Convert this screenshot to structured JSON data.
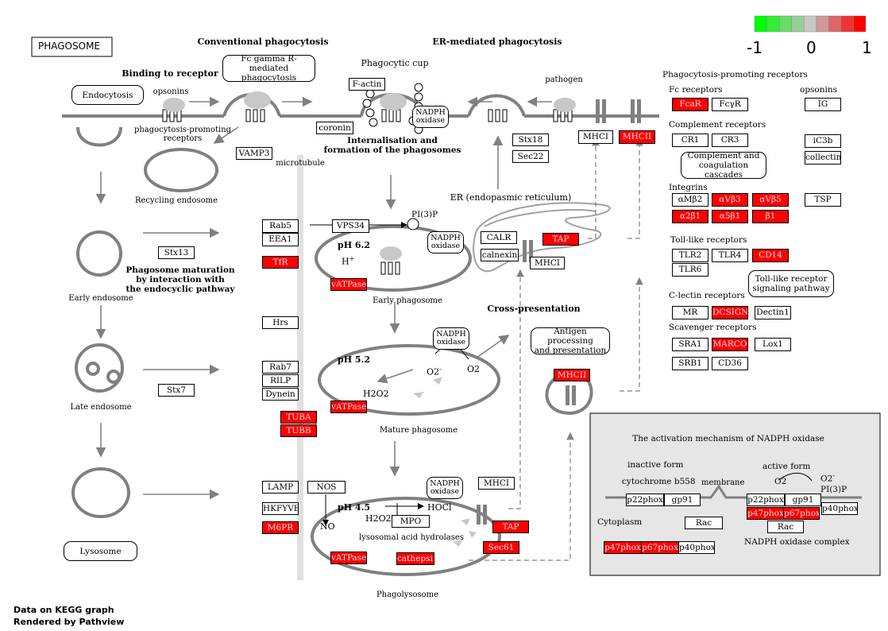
{
  "title": "PHAGOSOME",
  "legend": {
    "min": "-1",
    "mid": "0",
    "max": "1",
    "colors": [
      "#00ff00",
      "#33ee33",
      "#66dd66",
      "#99cc99",
      "#c8c8c8",
      "#cc9999",
      "#dd6666",
      "#ee3333",
      "#ff0000"
    ]
  },
  "footer": {
    "line1": "Data on KEGG graph",
    "line2": "Rendered by Pathview"
  },
  "colors": {
    "up": "#ff0000",
    "neutral": "#ffffff",
    "pathway": "#808080",
    "panel": "#e6e6e6"
  },
  "labels": {
    "conventional": "Conventional phagocytosis",
    "er_mediated": "ER-mediated phagocytosis",
    "binding": "Binding to receptor",
    "fc_gamma_1": "Fc gamma R-mediated",
    "fc_gamma_2": "phagocytosis",
    "phagocytic_cup": "Phagocytic cup",
    "pathogen": "pathogen",
    "opsonins": "opsonins",
    "ppr_1": "phagocytosis-promoting",
    "ppr_2": "receptors",
    "endocytosis": "Endocytosis",
    "recycling": "Recycling endosome",
    "microtubule": "microtubule",
    "internal_1": "Internalisation and",
    "internal_2": "formation of the phagosomes",
    "nadph_1": "NADPH",
    "nadph_2": "oxidase",
    "er": "ER (endopasmic reticulum)",
    "pi3p": "PI(3)P",
    "mat_1": "Phagosome maturation",
    "mat_2": "by interaction with",
    "mat_3": "the endocyclic pathway",
    "early_endosome": "Early endosome",
    "late_endosome": "Late endosome",
    "lysosome": "Lysosome",
    "ph62": "pH 6.2",
    "hplus": "H",
    "plus": "+",
    "early_phagosome": "Early phagosome",
    "ph52": "pH 5.2",
    "o2minus": "O2",
    "minus": "-",
    "o2": "O2",
    "h2o2": "H2O2",
    "mature_phagosome": "Mature phagosome",
    "cross": "Cross-presentation",
    "antigen_1": "Antigen processing",
    "antigen_2": "and presentation",
    "ph45": "pH 4.5",
    "no": "NO",
    "hocl": "HOCl",
    "hydrolases": "lysosomal acid hydrolases",
    "phagolysosome": "Phagolysosome",
    "ppr_title": "Phagocytosis-promoting receptors",
    "fc_receptors": "Fc receptors",
    "opsonins_r": "opsonins",
    "complement_receptors": "Complement receptors",
    "comp_casc_1": "Complement and",
    "comp_casc_2": "coagulation cascades",
    "integrins": "Integrins",
    "tlr": "Toll-like receptors",
    "tlr_path_1": "Toll-like receptor",
    "tlr_path_2": "signaling pathway",
    "clectin": "C-lectin receptors",
    "scavenger": "Scavenger receptors",
    "nox_title": "The activation mechanism of NADPH oxidase",
    "inactive": "inactive form",
    "cyt_b558": "cytochrome b558",
    "membrane": "membrane",
    "active": "active form",
    "o2_a": "O2",
    "o2_b": "O2",
    "cytoplasm": "Cytoplasm",
    "nox_complex": "NADPH oxidase complex",
    "pi3p_2": "PI(3)P"
  },
  "genes": [
    {
      "label": "F-actin",
      "up": false
    },
    {
      "label": "coronin",
      "up": false
    },
    {
      "label": "VAMP3",
      "up": false
    },
    {
      "label": "Stx18",
      "up": false
    },
    {
      "label": "Sec22",
      "up": false
    },
    {
      "label": "MHCI",
      "up": false
    },
    {
      "label": "MHCII",
      "up": true
    },
    {
      "label": "Rab5",
      "up": false
    },
    {
      "label": "EEA1",
      "up": false
    },
    {
      "label": "VPS34",
      "up": false
    },
    {
      "label": "TfR",
      "up": true
    },
    {
      "label": "Stx13",
      "up": false
    },
    {
      "label": "vATPase",
      "up": true
    },
    {
      "label": "CALR",
      "up": false
    },
    {
      "label": "TAP",
      "up": true
    },
    {
      "label": "calnexin",
      "up": false
    },
    {
      "label": "MHCI",
      "up": false
    },
    {
      "label": "Hrs",
      "up": false
    },
    {
      "label": "Rab7",
      "up": false
    },
    {
      "label": "RILP",
      "up": false
    },
    {
      "label": "Dynein",
      "up": false
    },
    {
      "label": "Stx7",
      "up": false
    },
    {
      "label": "TUBA",
      "up": true
    },
    {
      "label": "TUBB",
      "up": true
    },
    {
      "label": "vATPase",
      "up": true
    },
    {
      "label": "MHCII",
      "up": true
    },
    {
      "label": "LAMP",
      "up": false
    },
    {
      "label": "NOS",
      "up": false
    },
    {
      "label": "MHCI",
      "up": false
    },
    {
      "label": "HKFYVE",
      "up": false
    },
    {
      "label": "MPO",
      "up": false
    },
    {
      "label": "TAP",
      "up": true
    },
    {
      "label": "M6PR",
      "up": true
    },
    {
      "label": "Sec61",
      "up": true
    },
    {
      "label": "vATPase",
      "up": true
    },
    {
      "label": "cathepsin",
      "up": true
    },
    {
      "label": "FcaR",
      "up": true
    },
    {
      "label": "FcγR",
      "up": false
    },
    {
      "label": "IG",
      "up": false
    },
    {
      "label": "CR1",
      "up": false
    },
    {
      "label": "CR3",
      "up": false
    },
    {
      "label": "iC3b",
      "up": false
    },
    {
      "label": "collectins",
      "up": false
    },
    {
      "label": "αMβ2",
      "up": false
    },
    {
      "label": "αVβ3",
      "up": true
    },
    {
      "label": "αVβ5",
      "up": true
    },
    {
      "label": "TSP",
      "up": false
    },
    {
      "label": "α2β1",
      "up": true
    },
    {
      "label": "α5β1",
      "up": true
    },
    {
      "label": "β1",
      "up": true
    },
    {
      "label": "TLR2",
      "up": false
    },
    {
      "label": "TLR4",
      "up": false
    },
    {
      "label": "CD14",
      "up": true
    },
    {
      "label": "TLR6",
      "up": false
    },
    {
      "label": "MR",
      "up": false
    },
    {
      "label": "DCSIGN",
      "up": true
    },
    {
      "label": "Dectin1",
      "up": false
    },
    {
      "label": "SRA1",
      "up": false
    },
    {
      "label": "MARCO",
      "up": true
    },
    {
      "label": "Lox1",
      "up": false
    },
    {
      "label": "SRB1",
      "up": false
    },
    {
      "label": "CD36",
      "up": false
    },
    {
      "label": "p22phox",
      "up": false
    },
    {
      "label": "gp91",
      "up": false
    },
    {
      "label": "Rac",
      "up": false
    },
    {
      "label": "p47phox",
      "up": true
    },
    {
      "label": "p67phox",
      "up": true
    },
    {
      "label": "p40phox",
      "up": false
    },
    {
      "label": "p22phox",
      "up": false
    },
    {
      "label": "gp91",
      "up": false
    },
    {
      "label": "p47phox",
      "up": true
    },
    {
      "label": "p67phox",
      "up": true
    },
    {
      "label": "p40phox",
      "up": false
    },
    {
      "label": "Rac",
      "up": false
    }
  ]
}
